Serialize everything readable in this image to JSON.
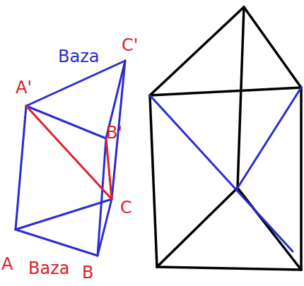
{
  "diagram": {
    "labels": [
      "A'",
      "Baza",
      "C'",
      "B'",
      "C",
      "A",
      "Baza",
      "B"
    ]
  }
}
